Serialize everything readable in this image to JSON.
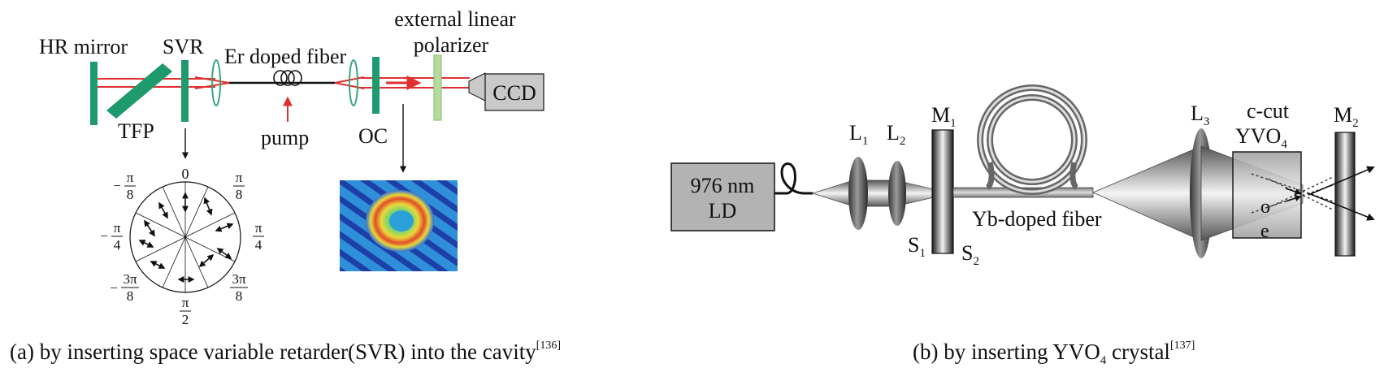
{
  "panel_a": {
    "labels": {
      "hr_mirror": "HR mirror",
      "svr": "SVR",
      "er_fiber": "Er doped fiber",
      "polarizer_line1": "external linear",
      "polarizer_line2": "polarizer",
      "ccd": "CCD",
      "tfp": "TFP",
      "pump": "pump",
      "oc": "OC"
    },
    "angles": {
      "zero": "0",
      "pi": "π",
      "eight": "8",
      "four": "4",
      "two": "2",
      "three_pi": "3π",
      "minus": "−"
    },
    "caption": {
      "text": "(a) by inserting space variable retarder(SVR) into the cavity",
      "ref": "[136]"
    }
  },
  "panel_b": {
    "labels": {
      "ld_line1": "976 nm",
      "ld_line2": "LD",
      "L": "L",
      "sub1": "1",
      "sub2": "2",
      "sub3": "3",
      "M": "M",
      "S": "S",
      "yb_fiber": "Yb-doped fiber",
      "ccut": "c-cut",
      "yvo": "YVO",
      "sub4": "4",
      "o": "o",
      "e": "e"
    },
    "caption": {
      "text_pre": "(b) by inserting YVO",
      "sub": "4",
      "text_post": " crystal",
      "ref": "[137]"
    }
  },
  "colors": {
    "mirror_green": "#1e9a6c",
    "polarizer_green": "#b5dba0",
    "beam_red": "#e03030",
    "lens_green": "#3aa67a",
    "ccd_gray": "#c9c9c9",
    "ld_gray": "#b3b3b3"
  }
}
